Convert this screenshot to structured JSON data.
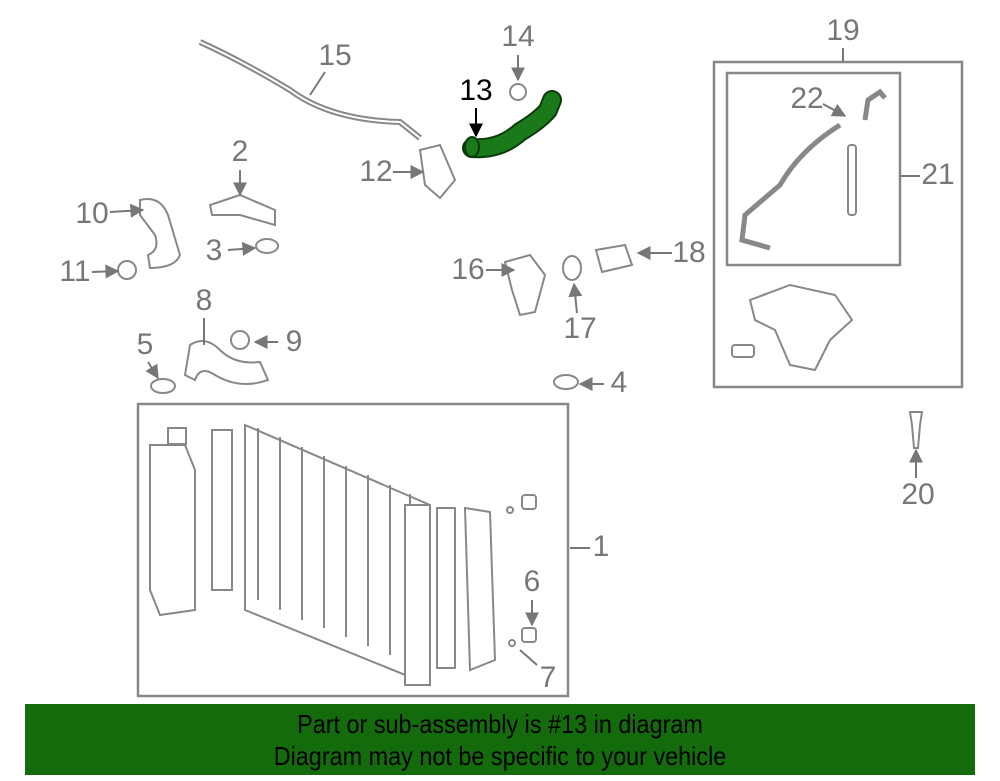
{
  "diagram": {
    "highlighted_part": "13",
    "highlight_color": "#1a7a1a",
    "callouts": {
      "p1": "1",
      "p2": "2",
      "p3": "3",
      "p4": "4",
      "p5": "5",
      "p6": "6",
      "p7": "7",
      "p8": "8",
      "p9": "9",
      "p10": "10",
      "p11": "11",
      "p12": "12",
      "p13": "13",
      "p14": "14",
      "p15": "15",
      "p16": "16",
      "p17": "17",
      "p18": "18",
      "p19": "19",
      "p20": "20",
      "p21": "21",
      "p22": "22"
    }
  },
  "banner": {
    "line1": "Part or sub-assembly is #13 in diagram",
    "line2": "Diagram may not be specific to your vehicle",
    "background": "#146b0c"
  }
}
